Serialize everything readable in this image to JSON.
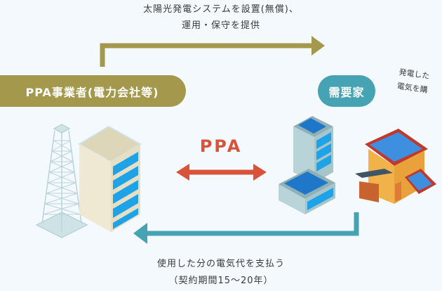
{
  "diagram": {
    "top_flow": {
      "line1": "太陽光発電システムを設置(無償)、",
      "line2": "運用・保守を提供",
      "arrow_color": "#a3984c"
    },
    "provider": {
      "label": "PPA事業者(電力会社等)",
      "color": "#a3984c",
      "icons": [
        "power-tower-icon",
        "office-building-icon"
      ]
    },
    "consumer": {
      "label": "需要家",
      "color": "#46a3b4",
      "note_line1": "発電した",
      "note_line2": "電気を購",
      "icons": [
        "solar-office-building-icon",
        "solar-house-icon"
      ]
    },
    "ppa": {
      "label": "PPA",
      "color": "#d9533a"
    },
    "bottom_flow": {
      "line1": "使用した分の電気代を支払う",
      "line2": "（契約期間15～20年）",
      "arrow_color": "#46a3b4"
    }
  }
}
